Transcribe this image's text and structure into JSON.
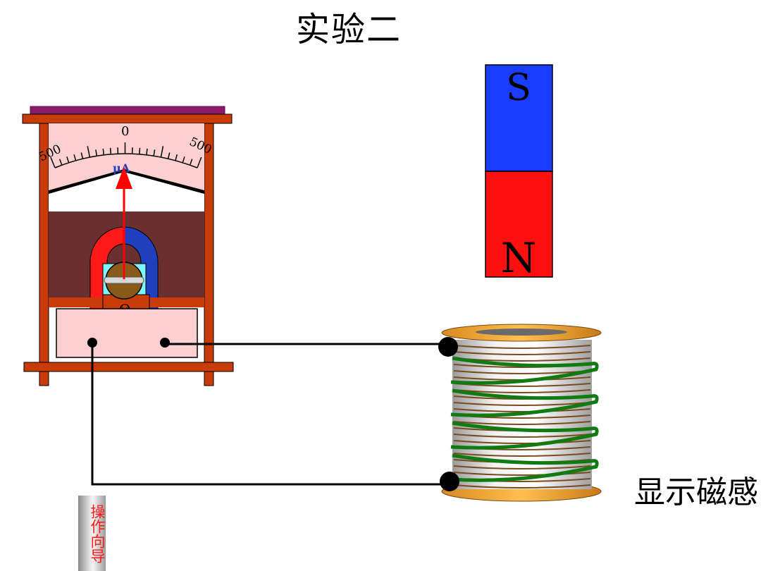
{
  "slide": {
    "title": "实验二",
    "show_field_button": "显示磁感",
    "guide_button": "操作向导"
  },
  "meter": {
    "left_scale": "500",
    "center_scale": "0",
    "right_scale": "500",
    "unit": "μA",
    "adjust_symbol": "Θ"
  },
  "magnet": {
    "top_pole": "S",
    "bottom_pole": "N",
    "top_color": "#1a3cff",
    "bottom_color": "#ff1010"
  },
  "colors": {
    "frame": "#c83c0a",
    "meter_face": "#fcd0d0",
    "pointer": "#ff0000",
    "coil_wire": "#127a12",
    "spool": "#f0a030"
  }
}
